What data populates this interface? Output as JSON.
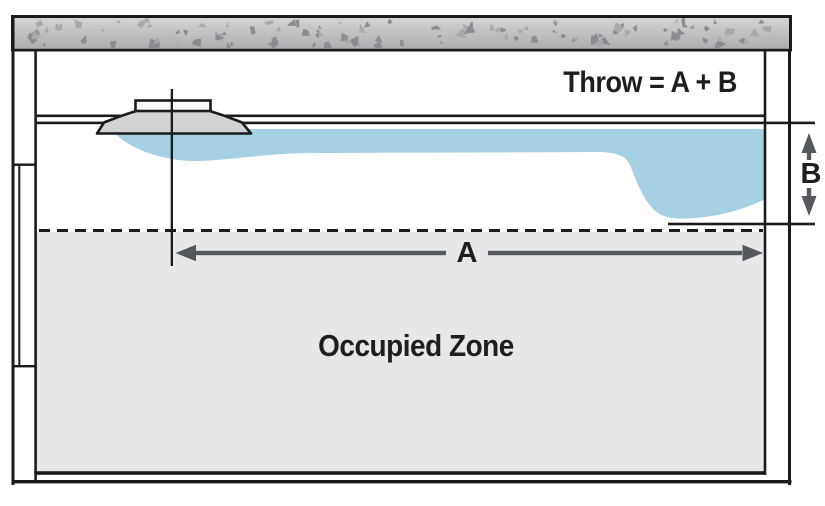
{
  "figure": {
    "type": "hvac-diffuser-throw-diagram",
    "labels": {
      "throw_formula": "Throw = A + B",
      "occupied_zone": "Occupied Zone",
      "dimension_a": "A",
      "dimension_b": "B"
    },
    "colors": {
      "air_stream": "#a5d1e2",
      "occupied_zone": "#e6e7e8",
      "slab_top": "#d3d4d6",
      "slab_bottom": "#acaeb0",
      "speckle_dark": "#8b8d90",
      "speckle_light": "#a7a9ab",
      "diffuser_body": "#d2d3d4",
      "diffuser_neck": "#fbfbfb",
      "line": "#1b1b1b",
      "arrow": "#55585c",
      "text": "#1e1e1e"
    }
  }
}
